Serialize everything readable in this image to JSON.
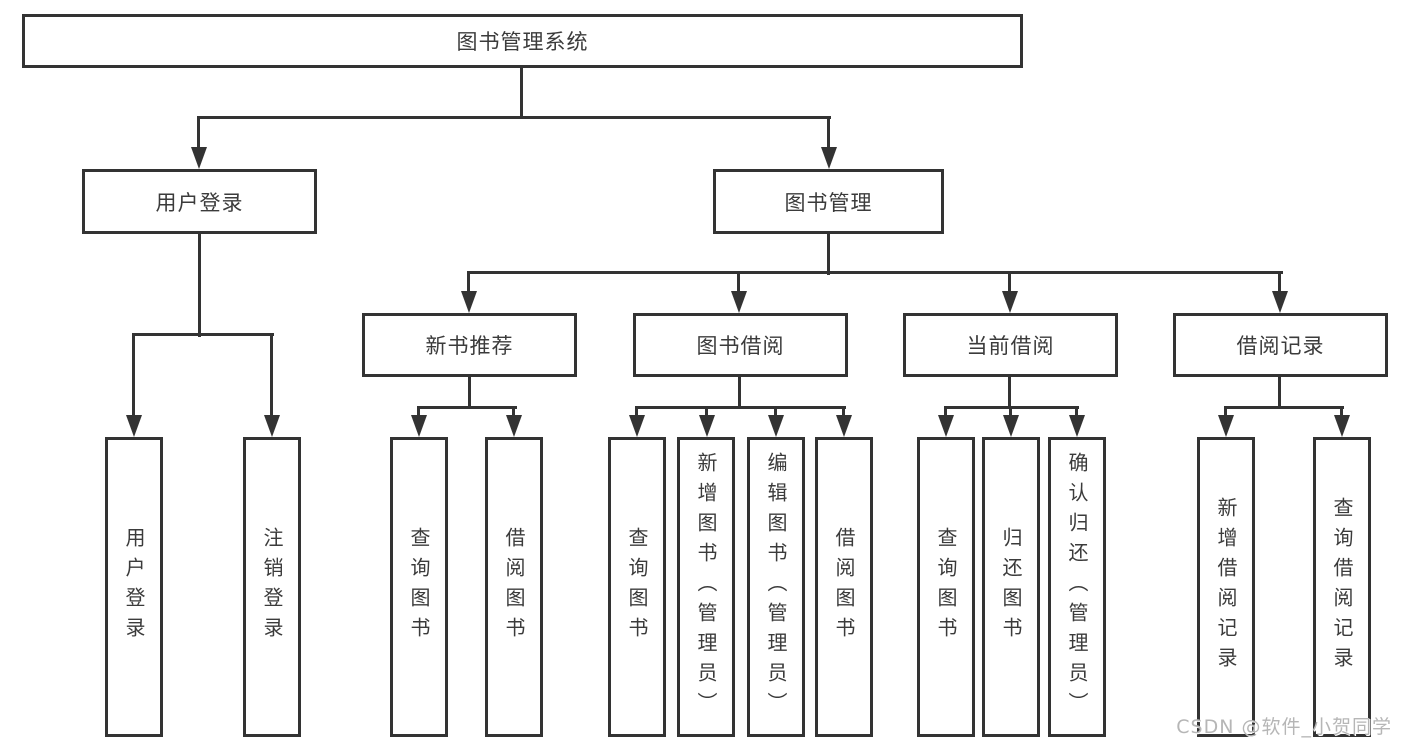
{
  "diagram": {
    "root": "图书管理系统",
    "level2": {
      "user_login": "用户登录",
      "book_management": "图书管理"
    },
    "level3": {
      "new_books": "新书推荐",
      "book_borrow": "图书借阅",
      "current_borrow": "当前借阅",
      "borrow_records": "借阅记录"
    },
    "leaves": {
      "user_login": "用户登录",
      "logout": "注销登录",
      "query_books_a": "查询图书",
      "borrow_books_a": "借阅图书",
      "query_books_b": "查询图书",
      "add_book_admin": "新增图书（管理员）",
      "edit_book_admin": "编辑图书（管理员）",
      "borrow_books_b": "借阅图书",
      "query_books_c": "查询图书",
      "return_books": "归还图书",
      "confirm_return_admin": "确认归还（管理员）",
      "add_borrow_record": "新增借阅记录",
      "query_borrow_record": "查询借阅记录"
    }
  },
  "watermark": "CSDN @软件_小贺同学",
  "colors": {
    "line": "#333333",
    "text": "#3b3b3b",
    "watermark": "#b6b6b6",
    "background": "#ffffff"
  }
}
